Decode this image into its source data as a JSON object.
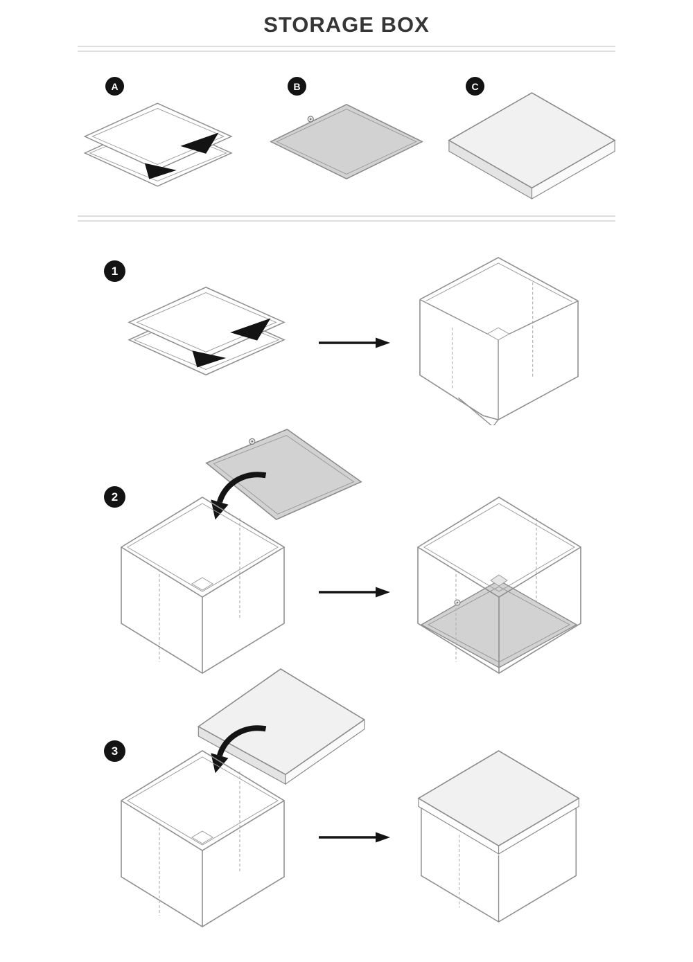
{
  "title": "STORAGE BOX",
  "parts": {
    "a": {
      "label": "A"
    },
    "b": {
      "label": "B"
    },
    "c": {
      "label": "C"
    }
  },
  "steps": {
    "s1": {
      "number": "1"
    },
    "s2": {
      "number": "2"
    },
    "s3": {
      "number": "3"
    }
  },
  "colors": {
    "outline": "#8f8f8f",
    "panel_gray": "#d2d2d2",
    "lid_light": "#f1f1f1",
    "badge_black": "#131313",
    "divider_gray": "#dedede"
  }
}
